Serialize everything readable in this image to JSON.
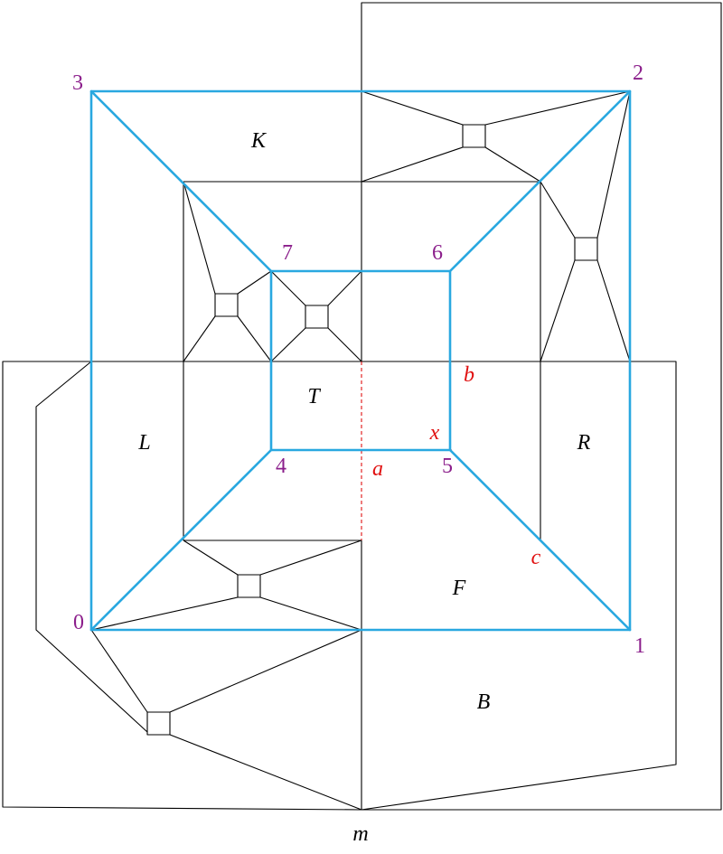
{
  "colors": {
    "edges": "#000000",
    "highlight_path": "#29a8e0",
    "vertex_labels": "#8b1e8b",
    "red_labels": "#e01010",
    "dashed_lines": "#e01010",
    "background": "#ffffff"
  },
  "face_labels": {
    "K": "K",
    "T": "T",
    "L": "L",
    "R": "R",
    "F": "F",
    "B": "B",
    "m": "m"
  },
  "vertex_labels": {
    "v0": "0",
    "v1": "1",
    "v2": "2",
    "v3": "3",
    "v4": "4",
    "v5": "5",
    "v6": "6",
    "v7": "7"
  },
  "red_labels": {
    "a": "a",
    "b": "b",
    "c": "c",
    "x": "x"
  }
}
